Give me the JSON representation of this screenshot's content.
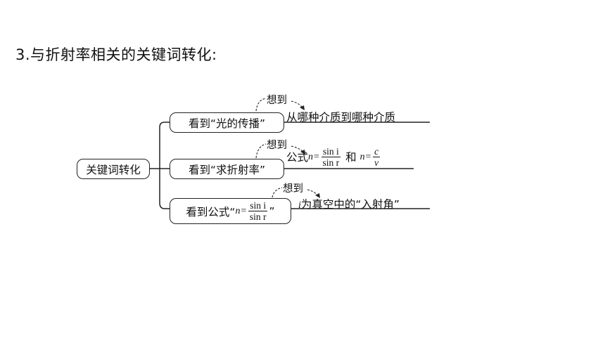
{
  "heading": "3.与折射率相关的关键词转化:",
  "root": "关键词转化",
  "branches": [
    {
      "box_text": "看到“光的传播”",
      "think": "想到",
      "result": "从哪种介质到哪种介质"
    },
    {
      "box_text": "看到“求折射率”",
      "think": "想到",
      "result_prefix": "公式",
      "formula1_lhs": "n=",
      "formula1_num": "sin i",
      "formula1_den": "sin r",
      "joiner": "和",
      "formula2_lhs": "n=",
      "formula2_num": "c",
      "formula2_den": "v"
    },
    {
      "box_prefix": "看到公式“",
      "box_formula_lhs": "n=",
      "box_formula_num": "sin i",
      "box_formula_den": "sin r",
      "box_suffix": "”",
      "think": "想到",
      "result_var": "i",
      "result_rest": "为真空中的“入射角”"
    }
  ]
}
